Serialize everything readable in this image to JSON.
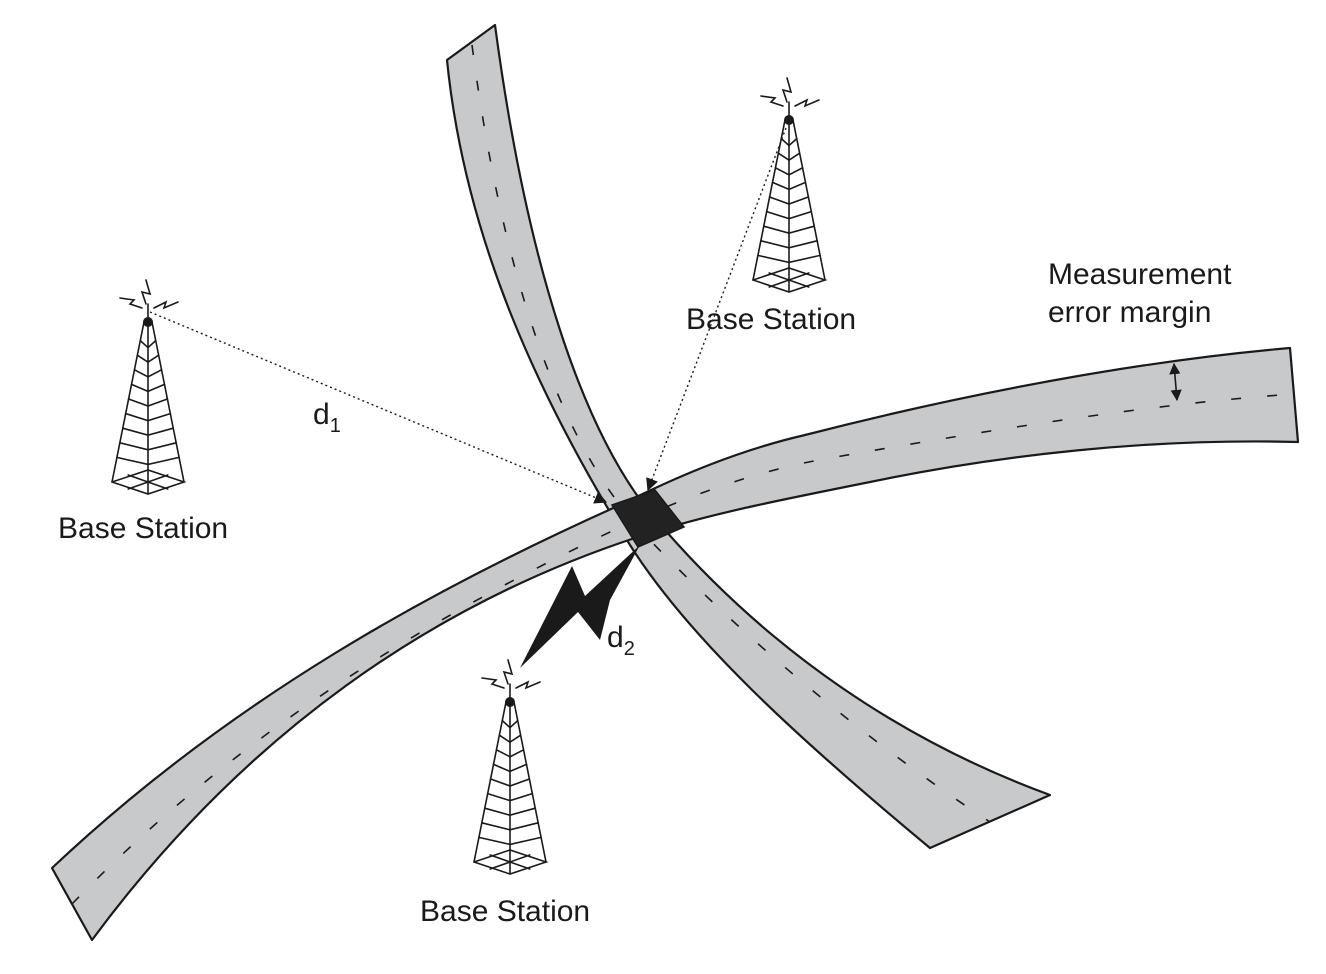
{
  "labels": {
    "base_station_left": "Base Station",
    "base_station_top": "Base Station",
    "base_station_bottom": "Base Station",
    "measurement_error_line1": "Measurement",
    "measurement_error_line2": "error margin",
    "distance1_main": "d",
    "distance1_sub": "1",
    "distance2_main": "d",
    "distance2_sub": "2"
  },
  "colors": {
    "band_fill": "#c8c9cb",
    "outline": "#1a1a1a",
    "intersection_fill": "#222222"
  }
}
